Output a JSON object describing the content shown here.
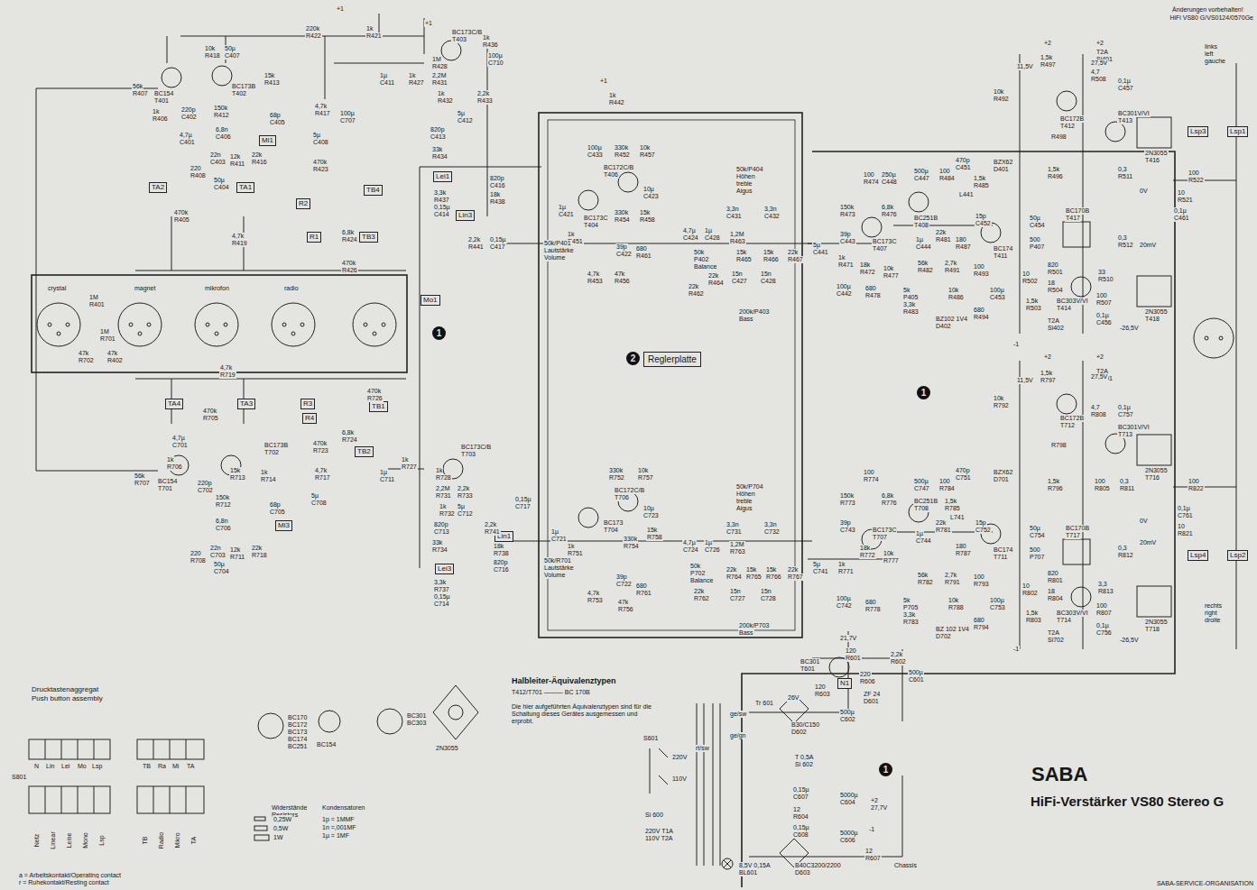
{
  "diagram": {
    "title": "HiFi-Verstärker VS80 Stereo G",
    "nodes": [
      {
        "text": [
          "TA2"
        ]
      },
      {
        "text": [
          "TA1"
        ]
      },
      {
        "text": [
          "Mi1"
        ]
      },
      {
        "text": [
          "R2"
        ]
      },
      {
        "text": [
          "TB4"
        ]
      },
      {
        "text": [
          "R1"
        ]
      },
      {
        "text": [
          "TB3"
        ]
      },
      {
        "text": [
          "Lei1"
        ]
      },
      {
        "text": [
          "Lin3"
        ]
      },
      {
        "text": [
          "Mo1"
        ]
      },
      {
        "text": [
          "Reglerplatte"
        ]
      },
      {
        "text": [
          "TA4"
        ]
      },
      {
        "text": [
          "TA3"
        ]
      },
      {
        "text": [
          "R3"
        ]
      },
      {
        "text": [
          "R4"
        ]
      },
      {
        "text": [
          "TB1"
        ]
      },
      {
        "text": [
          "TB2"
        ]
      },
      {
        "text": [
          "Mi3"
        ]
      },
      {
        "text": [
          "Lin1"
        ]
      },
      {
        "text": [
          "Lei3"
        ]
      },
      {
        "text": [
          "N1"
        ]
      },
      {
        "text": [
          "Lsp3"
        ]
      },
      {
        "text": [
          "Lsp1"
        ]
      },
      {
        "text": [
          "Lsp4"
        ]
      },
      {
        "text": [
          "Lsp2"
        ]
      }
    ],
    "labels": [
      "BC154",
      "T401",
      "56k",
      "R407",
      "1k",
      "R406",
      "220p",
      "C402",
      "4,7µ",
      "C401",
      "10k",
      "R418",
      "50µ",
      "C407",
      "BC173B",
      "T402",
      "15k",
      "R413",
      "220k",
      "R422",
      "1k",
      "R421",
      "150k",
      "R412",
      "68p",
      "C405",
      "4,7k",
      "R417",
      "100µ",
      "C707",
      "5µ",
      "C408",
      "470k",
      "R423",
      "6,8n",
      "C406",
      "22n",
      "C403",
      "12k",
      "R411",
      "22k",
      "R416",
      "220",
      "R408",
      "50µ",
      "C404",
      "470k",
      "R405",
      "4,7k",
      "R419",
      "6,8k",
      "R424",
      "470k",
      "R426",
      "1M",
      "R401",
      "1M",
      "R701",
      "47k",
      "R702",
      "47k",
      "R402",
      "crystal",
      "magnet",
      "mikrofon",
      "radio",
      "4,7k",
      "R719",
      "470k",
      "R705",
      "470k",
      "R726",
      "6,8k",
      "R724",
      "470k",
      "R723",
      "4,7µ",
      "C701",
      "56k",
      "R707",
      "1k",
      "R706",
      "BC154",
      "T701",
      "220p",
      "C702",
      "BC173B",
      "T702",
      "15k",
      "R713",
      "1k",
      "R714",
      "4,7k",
      "R717",
      "5µ",
      "C708",
      "150k",
      "R712",
      "68p",
      "C705",
      "6,8n",
      "C706",
      "22n",
      "C703",
      "12k",
      "R711",
      "22k",
      "R718",
      "220",
      "R708",
      "50µ",
      "C704",
      "1k",
      "R727",
      "1µ",
      "C711",
      "BC173C/B",
      "T403",
      "1k",
      "R436",
      "100µ",
      "C710",
      "1M",
      "R428",
      "2,2M",
      "R431",
      "1k",
      "R432",
      "2,2k",
      "R433",
      "1µ",
      "C411",
      "1k",
      "R427",
      "5µ",
      "C412",
      "820p",
      "C413",
      "33k",
      "R434",
      "3,3k",
      "R437",
      "0,15µ",
      "C414",
      "820p",
      "C416",
      "18k",
      "R438",
      "2,2k",
      "R441",
      "0,15µ",
      "C417",
      "BC173C/B",
      "T703",
      "1k",
      "R728",
      "2,2M",
      "R731",
      "1k",
      "R732",
      "2,2k",
      "R733",
      "5µ",
      "C712",
      "820p",
      "C713",
      "33k",
      "R734",
      "3,3k",
      "R737",
      "0,15µ",
      "C714",
      "2,2k",
      "R741",
      "0,15µ",
      "C717",
      "18k",
      "R738",
      "820p",
      "C716",
      "1k",
      "R442",
      "100µ",
      "C433",
      "330k",
      "R452",
      "10k",
      "R457",
      "BC172C/B",
      "T406",
      "10µ",
      "C423",
      "BC173C",
      "T404",
      "330k",
      "R454",
      "15k",
      "R458",
      "1µ",
      "C421",
      "1k",
      "R451",
      "50k/P401",
      "Lautstärke",
      "Volume",
      "39p",
      "C422",
      "680",
      "R461",
      "4,7k",
      "R453",
      "47k",
      "R456",
      "4,7µ",
      "C424",
      "1µ",
      "C428",
      "3,3n",
      "C431",
      "3,3n",
      "C432",
      "1,2M",
      "R463",
      "50k/P404",
      "Höhen",
      "treble",
      "Aigus",
      "50k",
      "P402",
      "Balance",
      "22k",
      "R464",
      "15k",
      "R465",
      "15k",
      "R466",
      "22k",
      "R467",
      "22k",
      "R462",
      "15n",
      "C427",
      "15n",
      "C428",
      "200k/P403",
      "Bass",
      "2",
      "330k",
      "R752",
      "10k",
      "R757",
      "BC172C/B",
      "T706",
      "10µ",
      "C723",
      "BC173",
      "T704",
      "330k",
      "R754",
      "15k",
      "R758",
      "1k",
      "R751",
      "1µ",
      "C721",
      "50k/R701",
      "Lautstärke",
      "Volume",
      "39p",
      "C722",
      "680",
      "R761",
      "4,7k",
      "R753",
      "47k",
      "R756",
      "4,7µ",
      "C724",
      "1µ",
      "C726",
      "3,3n",
      "C731",
      "3,3n",
      "C732",
      "1,2M",
      "R763",
      "50k/P704",
      "Höhen",
      "treble",
      "Aigus",
      "50k",
      "P702",
      "Balance",
      "22k",
      "R762",
      "22k",
      "R764",
      "15k",
      "R765",
      "15k",
      "R766",
      "22k",
      "R767",
      "15n",
      "C727",
      "15n",
      "C728",
      "200k/P703",
      "Bass",
      "150k",
      "R473",
      "100",
      "R474",
      "250µ",
      "C448",
      "6,8k",
      "R476",
      "39p",
      "C443",
      "5µ",
      "C441",
      "1k",
      "R471",
      "BC173C",
      "T407",
      "18k",
      "R472",
      "100µ",
      "C442",
      "680",
      "R478",
      "10k",
      "R477",
      "500µ",
      "C447",
      "100",
      "R484",
      "BC251B",
      "T408",
      "1µ",
      "C444",
      "22k",
      "R481",
      "470p",
      "C451",
      "BZX62",
      "D401",
      "L441",
      "1,5k",
      "R485",
      "15p",
      "C452",
      "180",
      "R487",
      "BC174",
      "T411",
      "56k",
      "R482",
      "2,7k",
      "R491",
      "5k",
      "P405",
      "3,3k",
      "R483",
      "10k",
      "R486",
      "BZ102 1V4",
      "D402",
      "100",
      "R493",
      "100µ",
      "C453",
      "680",
      "R494",
      "50µ",
      "C454",
      "500",
      "P407",
      "10k",
      "R492",
      "1,5k",
      "R497",
      "BC172B",
      "T412",
      "4,7",
      "R508",
      "0,1µ",
      "C457",
      "T2A",
      "Si401",
      "BC301V/VI",
      "T413",
      "2N3055",
      "T416",
      "R498",
      "1,5k",
      "R496",
      "0,3",
      "R511",
      "BC170B",
      "T417",
      "0,3",
      "R512",
      "820",
      "R501",
      "18",
      "R504",
      "33",
      "R510",
      "BC303V/VI",
      "T414",
      "2N3055",
      "T418",
      "100",
      "R507",
      "0,1µ",
      "C456",
      "1,5k",
      "R503",
      "10",
      "R502",
      "T2A",
      "Si402",
      "100",
      "R522",
      "10",
      "R521",
      "0,1µ",
      "C461",
      "150k",
      "R773",
      "100",
      "R774",
      "6,8k",
      "R776",
      "39p",
      "C743",
      "5µ",
      "C741",
      "1k",
      "R771",
      "BC173C",
      "T707",
      "18k",
      "R772",
      "100µ",
      "C742",
      "680",
      "R778",
      "10k",
      "R777",
      "500µ",
      "C747",
      "100",
      "R784",
      "BC251B",
      "T708",
      "1µ",
      "C744",
      "22k",
      "R781",
      "470p",
      "C751",
      "BZX62",
      "D701",
      "1,5k",
      "R785",
      "L741",
      "15p",
      "C752",
      "180",
      "R787",
      "BC174",
      "T711",
      "56k",
      "R782",
      "2,7k",
      "R791",
      "5k",
      "P705",
      "3,3k",
      "R783",
      "10k",
      "R788",
      "BZ 102 1V4",
      "D702",
      "100",
      "R793",
      "100µ",
      "C753",
      "680",
      "R794",
      "50µ",
      "C754",
      "500",
      "P707",
      "10k",
      "R792",
      "1,5k",
      "R797",
      "BC172B",
      "T712",
      "4,7",
      "R808",
      "0,1µ",
      "C757",
      "T2A",
      "Si701",
      "BC301V/VI",
      "T713",
      "2N3055",
      "T716",
      "R798",
      "1,5k",
      "R796",
      "100",
      "R805",
      "0,3",
      "R811",
      "BC170B",
      "T717",
      "0,3",
      "R812",
      "820",
      "R801",
      "18",
      "R804",
      "3,3",
      "R813",
      "BC303V/VI",
      "T714",
      "2N3055",
      "T718",
      "100",
      "R807",
      "0,1µ",
      "C756",
      "1,5k",
      "R803",
      "10",
      "R802",
      "T2A",
      "Si702",
      "100",
      "R822",
      "0,1µ",
      "C761",
      "10",
      "R821",
      "links",
      "left",
      "gauche",
      "rechts",
      "right",
      "droite",
      "Änderungen vorbehalten!",
      "HiFi VS80 G/VS0124/0570Ge",
      "BC301",
      "T601",
      "120",
      "R601",
      "120",
      "R603",
      "220",
      "R606",
      "2,2k",
      "R602",
      "500µ",
      "C601",
      "ZF 24",
      "D601",
      "500µ",
      "C602",
      "21,7V",
      "26V",
      "Tr 601",
      "B30/C150",
      "D602",
      "T 0,5A",
      "Si 602",
      "S601",
      "220V",
      "110V",
      "rt/sw",
      "ge/sw",
      "ge/gn",
      "0,15µ",
      "C607",
      "12",
      "R604",
      "0,15µ",
      "C608",
      "5000µ",
      "C604",
      "5000µ",
      "C606",
      "B40C3200/2200",
      "D603",
      "12",
      "R607",
      "Chassis",
      "8,5V 0,15A",
      "BL601",
      "Si 600",
      "220V T1A",
      "110V T2A",
      "+2",
      "27,7V",
      "-1",
      "11,5V",
      "27,5V",
      "0V",
      "20mV",
      "-26,5V",
      "11,5V",
      "27,5V",
      "0V",
      "20mV",
      "-26,5V",
      "+1",
      "+1",
      "+1",
      "+2",
      "+2",
      "+2",
      "+2",
      "-1",
      "-1",
      "1",
      "1",
      "1",
      "Drucktastenaggregat",
      "Push button assembly",
      "N",
      "Lin",
      "Lei",
      "Mo",
      "Lsp",
      "TB",
      "Ra",
      "Mi",
      "TA",
      "S801",
      "Netz",
      "Linear",
      "Leise",
      "Mono",
      "Lsp",
      "TB",
      "Radio",
      "Mikro",
      "TA",
      "a = Arbeitskontakt/Operating contact",
      "r = Ruhekontakt/Resting contact",
      "BC170",
      "BC172",
      "BC173",
      "BC174",
      "BC251",
      "BC154",
      "BC301",
      "BC303",
      "2N3055",
      "Halbleiter-Äquivalenztypen",
      "T412/T701 ——— BC 170B",
      "Die hier aufgeführten Äquivalenztypen sind für die Schaltung dieses Gerätes ausgemessen und erprobt.",
      "Widerstände",
      "Resistors",
      "0,25W",
      "0,5W",
      "1W",
      "Kondensatoren",
      "1p = 1MMF",
      "1n =,001MF",
      "1µ = 1MF",
      "SABA",
      "SABA-SERVICE-ORGANISATION"
    ]
  }
}
